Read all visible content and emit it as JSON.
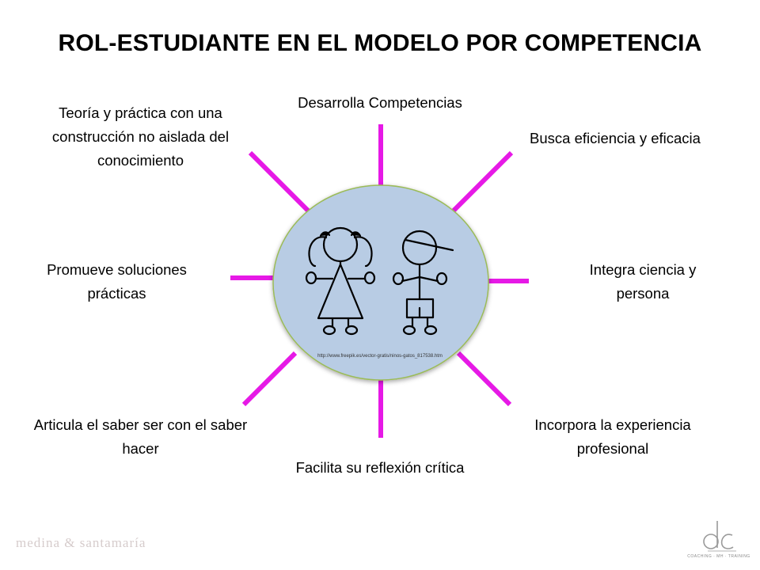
{
  "title": "ROL-ESTUDIANTE EN EL MODELO POR COMPETENCIA",
  "center": {
    "fill_color": "#b8cce4",
    "border_color": "#9bbb59",
    "credit_url": "http://www.freepik.es/vector-gratis/ninos-gatos_817538.htm"
  },
  "spoke_color": "#e619e6",
  "labels": {
    "top": "Desarrolla Competencias",
    "top_left": "Teoría y práctica con una construcción no aislada del conocimiento",
    "top_right": "Busca eficiencia y eficacia",
    "left": "Promueve soluciones prácticas",
    "right": "Integra ciencia y persona",
    "bottom_left": "Articula el saber ser con el saber hacer",
    "bottom_right": "Incorpora la experiencia profesional",
    "bottom": "Facilita su reflexión crítica"
  },
  "watermark": "medina & santamaría",
  "logo": {
    "letters": "dc",
    "tagline": "COACHING · MH · TRAINING"
  },
  "icons": [
    "girl-figure-icon",
    "boy-figure-icon"
  ]
}
